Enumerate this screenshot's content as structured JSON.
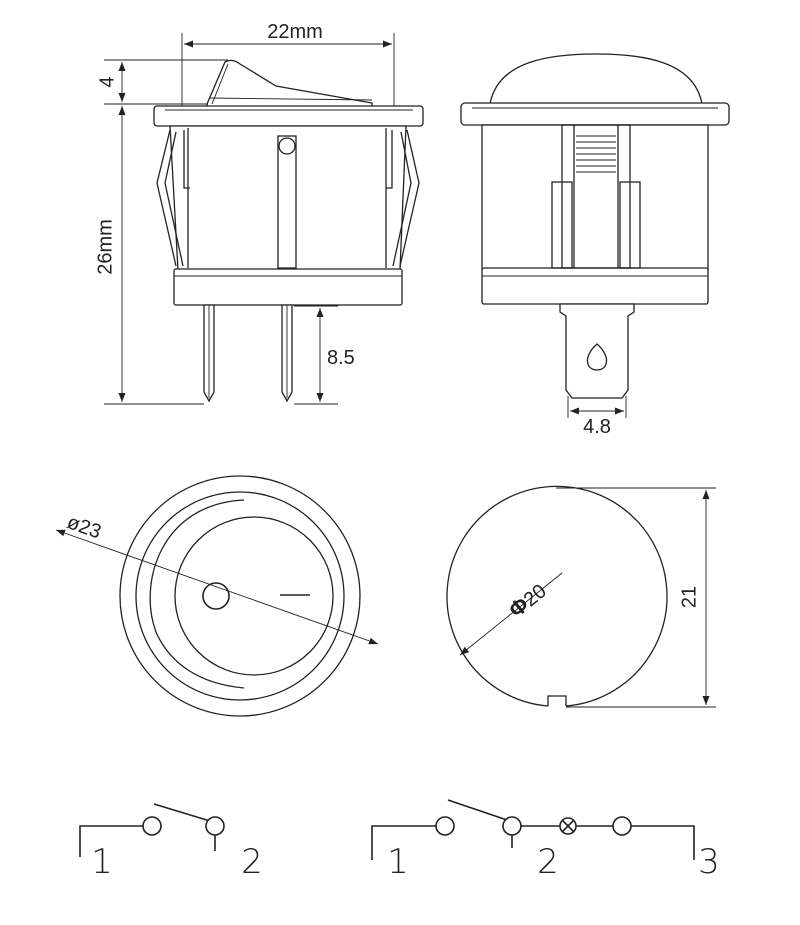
{
  "side_view": {
    "width_label": "22mm",
    "rocker_height_label": "4",
    "height_label": "26mm",
    "pin_length_label": "8.5"
  },
  "front_view": {
    "terminal_width_label": "4.8"
  },
  "top_view": {
    "diameter_prefix": "ø",
    "diameter_value": "23"
  },
  "cutout_view": {
    "diameter_prefix": "Φ",
    "diameter_value": "20",
    "height_label": "21"
  },
  "schematic_spst": {
    "terminal_1": "1",
    "terminal_2": "2"
  },
  "schematic_lamp": {
    "terminal_1": "1",
    "terminal_2": "2",
    "terminal_3": "3"
  }
}
